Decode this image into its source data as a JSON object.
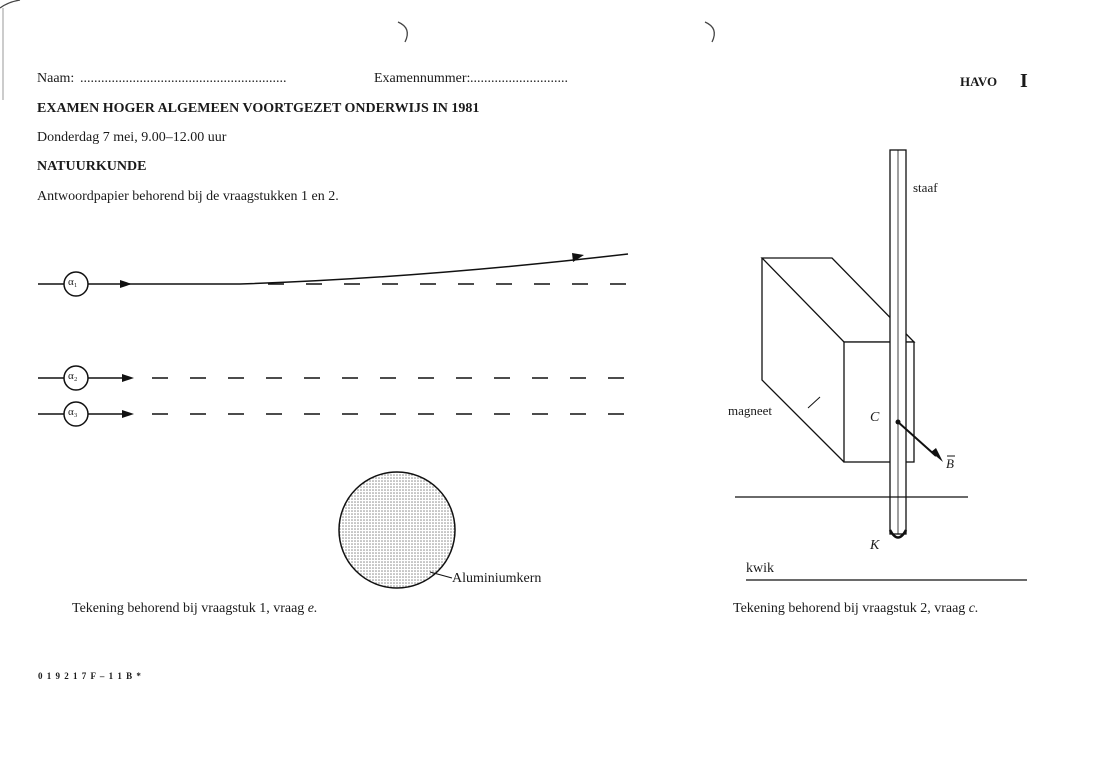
{
  "header": {
    "naam_label": "Naam:",
    "naam_dots": "...........................................................",
    "examennummer_label": "Examennummer:",
    "examennummer_dots": "............................",
    "level": "HAVO",
    "numeral": "I"
  },
  "exam": {
    "title": "EXAMEN HOGER ALGEMEEN VOORTGEZET ONDERWIJS IN 1981",
    "date_time": "Donderdag 7 mei, 9.00–12.00 uur",
    "subject": "NATUURKUNDE",
    "instruction": "Antwoordpapier behorend bij de vraagstukken 1 en 2."
  },
  "figure1": {
    "particles": [
      "α₁",
      "α₂",
      "α₃"
    ],
    "nucleus_label": "Aluminiumkern",
    "caption_text": "Tekening behorend bij vraagstuk 1, vraag ",
    "caption_letter": "e."
  },
  "figure2": {
    "rod_label": "staaf",
    "magnet_label": "magneet",
    "point_c": "C",
    "vector_b": "B",
    "point_k": "K",
    "mercury_label": "kwik",
    "caption_text": "Tekening behorend bij vraagstuk 2, vraag ",
    "caption_letter": "c."
  },
  "footer": {
    "code": "0 1 9 2 1 7 F – 1 1 B *"
  }
}
